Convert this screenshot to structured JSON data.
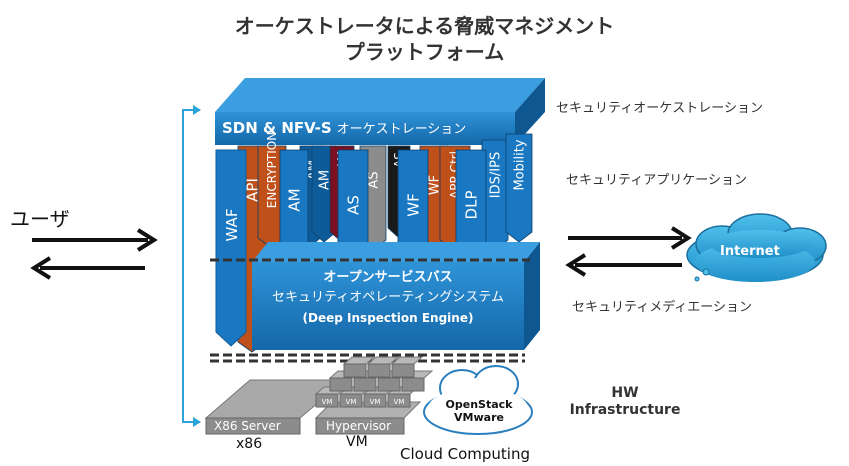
{
  "title": {
    "line1": "オーケストレータによる脅威マネジメント",
    "line2": "プラットフォーム"
  },
  "user_label": "ユーザ",
  "internet_label": "Internet",
  "sdn_bar": {
    "prefix": "SDN & NFV-S",
    "suffix": "オーケストレーション"
  },
  "applications": [
    "WAF",
    "API",
    "ENCRYPTION",
    "AM",
    "AM",
    "AM",
    "AS",
    "AS",
    "AS",
    "WF",
    "WF",
    "APP Ctrl",
    "DLP",
    "IDS/IPS",
    "Mobility"
  ],
  "core": {
    "line1": "オープンサービスバス",
    "line2": "セキュリティオペレーティングシステム",
    "line3": "(Deep Inspection Engine)"
  },
  "side_labels": {
    "orchestration": "セキュリティオーケストレーション",
    "application": "セキュリティアプリケーション",
    "mediation": "セキュリティメディエーション",
    "hw_line1": "HW",
    "hw_line2": "Infrastructure"
  },
  "infra": {
    "server_label": "X86 Server",
    "hypervisor_label": "Hypervisor",
    "vm_chip": "VM",
    "openstack_line1": "OpenStack",
    "openstack_line2": "VMware",
    "x86_caption": "x86",
    "vm_caption": "VM",
    "cloud_caption": "Cloud Computing"
  },
  "colors": {
    "blue": "#1a78c2",
    "blue_dark": "#0d5c99",
    "orange": "#c0501a",
    "maroon": "#7a1020",
    "gray": "#8c8c8c",
    "black": "#1a1a1a",
    "cyan": "#2aa3d8"
  }
}
